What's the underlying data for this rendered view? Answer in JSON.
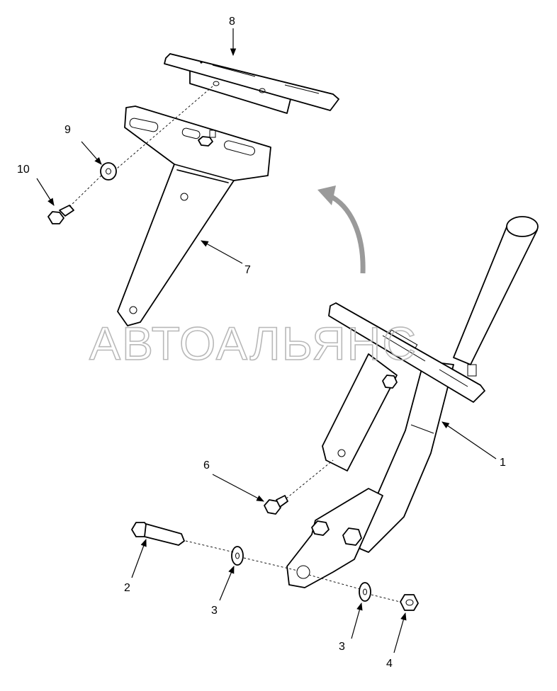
{
  "watermark": "АВТОАЛЬЯНС",
  "callouts": [
    {
      "id": "1",
      "label": "1"
    },
    {
      "id": "2",
      "label": "2"
    },
    {
      "id": "3a",
      "label": "3"
    },
    {
      "id": "3b",
      "label": "3"
    },
    {
      "id": "4",
      "label": "4"
    },
    {
      "id": "6",
      "label": "6"
    },
    {
      "id": "7",
      "label": "7"
    },
    {
      "id": "8",
      "label": "8"
    },
    {
      "id": "9",
      "label": "9"
    },
    {
      "id": "10",
      "label": "10"
    }
  ]
}
